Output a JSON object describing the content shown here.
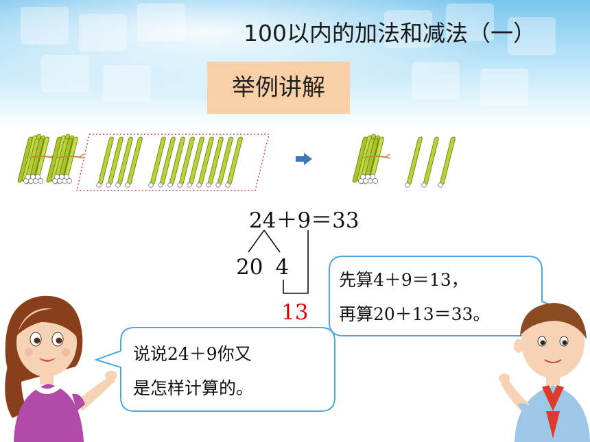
{
  "title": "100以内的加法和减法（一）",
  "section": {
    "label": "举例讲解"
  },
  "math": {
    "equation": "24＋9＝33",
    "split_left": "20",
    "split_right": "4",
    "partial_sum": "13"
  },
  "bubbles": {
    "boy_line1": "先算4＋9＝13，",
    "boy_line2": "再算20＋13＝33。",
    "girl_line1": "说说24＋9你又",
    "girl_line2": "是怎样计算的。"
  },
  "colors": {
    "banner_blue": "#9fd8f5",
    "section_fill": "#f8cfa6",
    "stick_green": "#b8d23a",
    "bubble_border": "#4aa8e0",
    "highlight_red": "#e00000",
    "arrow_blue": "#3b78b8"
  },
  "icons": {
    "bundle": "stick-bundle-icon",
    "stick": "single-stick-icon",
    "arrow": "right-arrow-icon"
  }
}
